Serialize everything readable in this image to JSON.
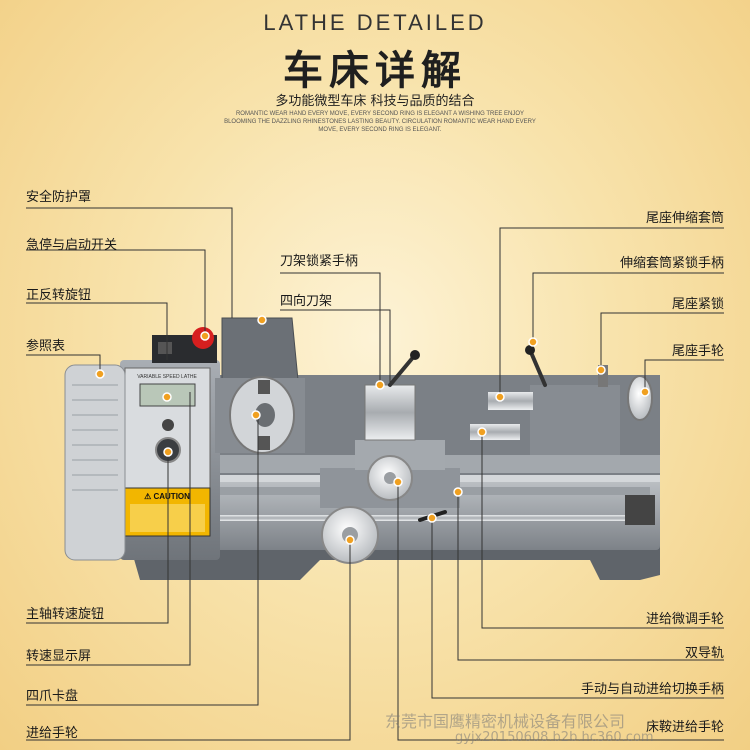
{
  "header": {
    "title_en": "LATHE DETAILED",
    "title_cn": "车床详解",
    "subtitle": "多功能微型车床 科技与品质的结合",
    "description_lines": [
      "ROMANTIC WEAR HAND EVERY MOVE, EVERY SECOND RING IS ELEGANT A WISHING TREE ENJOY",
      "BLOOMING THE DAZZLING RHINESTONES LASTING BEAUTY. CIRCULATION ROMANTIC WEAR HAND EVERY",
      "MOVE, EVERY SECOND RING IS ELEGANT."
    ]
  },
  "labels_left": [
    "安全防护罩",
    "急停与启动开关",
    "正反转旋钮",
    "参照表",
    "主轴转速旋钮",
    "转速显示屏",
    "四爪卡盘",
    "进给手轮"
  ],
  "labels_center": [
    "刀架锁紧手柄",
    "四向刀架"
  ],
  "labels_right": [
    "尾座伸缩套筒",
    "伸缩套筒紧锁手柄",
    "尾座紧锁",
    "尾座手轮",
    "进给微调手轮",
    "双导轨",
    "手动与自动进给切换手柄",
    "床鞍进给手轮"
  ],
  "machine_text": {
    "caution": "⚠ CAUTION",
    "panel": "VARIABLE SPEED LATHE"
  },
  "watermark": {
    "line1": "东莞市国鹰精密机械设备有限公司",
    "line2": "gyjx20150608.b2b.hc360.com"
  },
  "colors": {
    "leader": "#333333",
    "dot": "#f0a020",
    "machine": "#8d9298",
    "machine_dark": "#555a60",
    "caution": "#f2b600",
    "estop": "#d61f1f"
  }
}
